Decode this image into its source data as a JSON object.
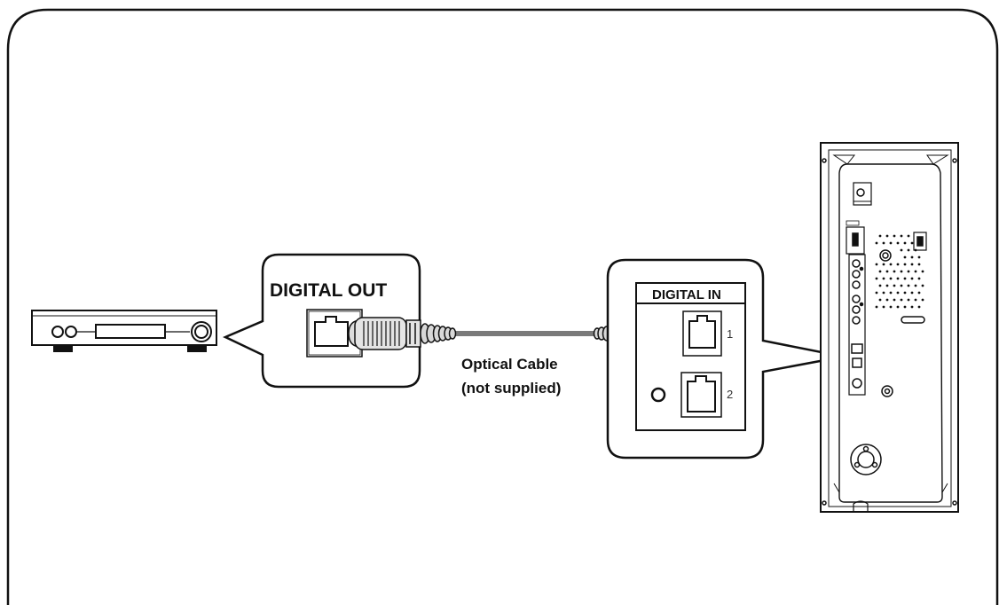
{
  "labels": {
    "digital_out": "DIGITAL OUT",
    "digital_in": "DIGITAL IN",
    "cable_line1": "Optical Cable",
    "cable_line2": "(not supplied)",
    "port_1": "1",
    "port_2": "2"
  },
  "colors": {
    "line": "#111111",
    "cable": "#777777",
    "plug_fill": "#e2e2e2"
  }
}
